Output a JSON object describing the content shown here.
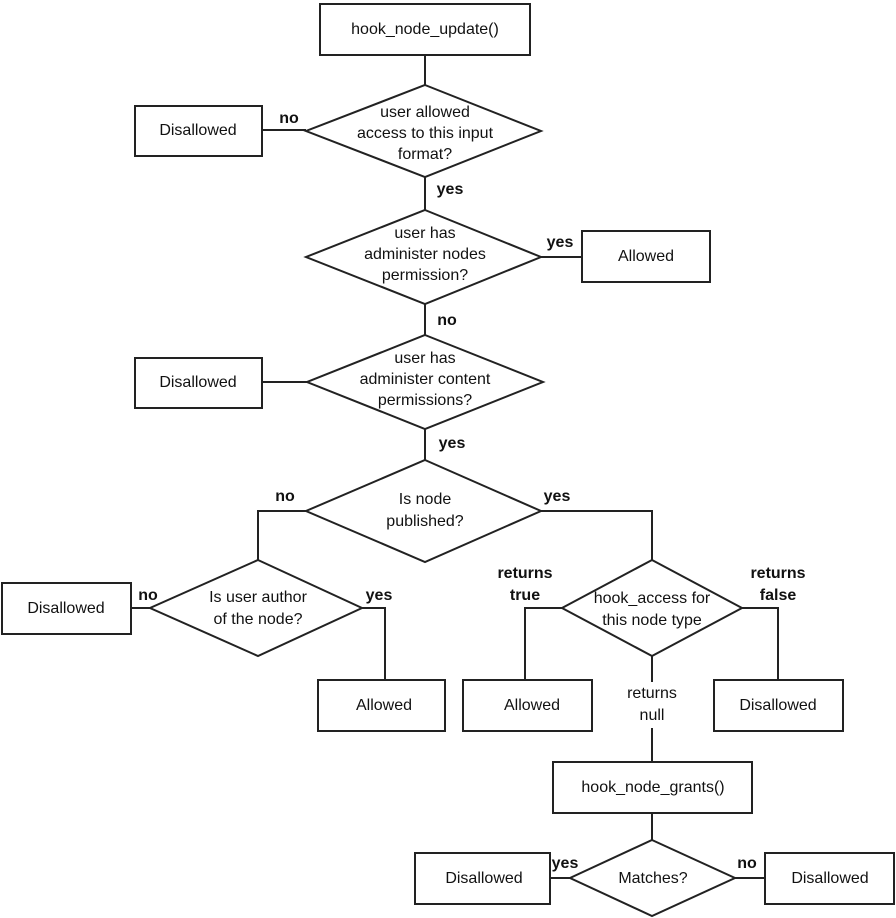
{
  "nodes": {
    "start": "hook_node_update()",
    "d1": [
      "user allowed",
      "access to this input",
      "format?"
    ],
    "d1_no": "Disallowed",
    "d2": [
      "user has",
      "administer nodes",
      "permission?"
    ],
    "d2_yes": "Allowed",
    "d3": [
      "user has",
      "administer content",
      "permissions?"
    ],
    "d3_no": "Disallowed",
    "d4": [
      "Is node",
      "published?"
    ],
    "d5": [
      "Is user author",
      "of the node?"
    ],
    "d5_no": "Disallowed",
    "d5_yes": "Allowed",
    "d6": [
      "hook_access for",
      "this node type"
    ],
    "d6_true": "Allowed",
    "d6_false": "Disallowed",
    "grants": "hook_node_grants()",
    "d7": "Matches?",
    "d7_yes": "Disallowed",
    "d7_no": "Disallowed"
  },
  "labels": {
    "no1": "no",
    "yes1": "yes",
    "yes2": "yes",
    "no2": "no",
    "yes3": "yes",
    "no4": "no",
    "yes4": "yes",
    "no5": "no",
    "yes5": "yes",
    "returns_true": [
      "returns",
      "true"
    ],
    "returns_false": [
      "returns",
      "false"
    ],
    "returns_null": [
      "returns",
      "null"
    ],
    "yes7": "yes",
    "no7": "no"
  }
}
